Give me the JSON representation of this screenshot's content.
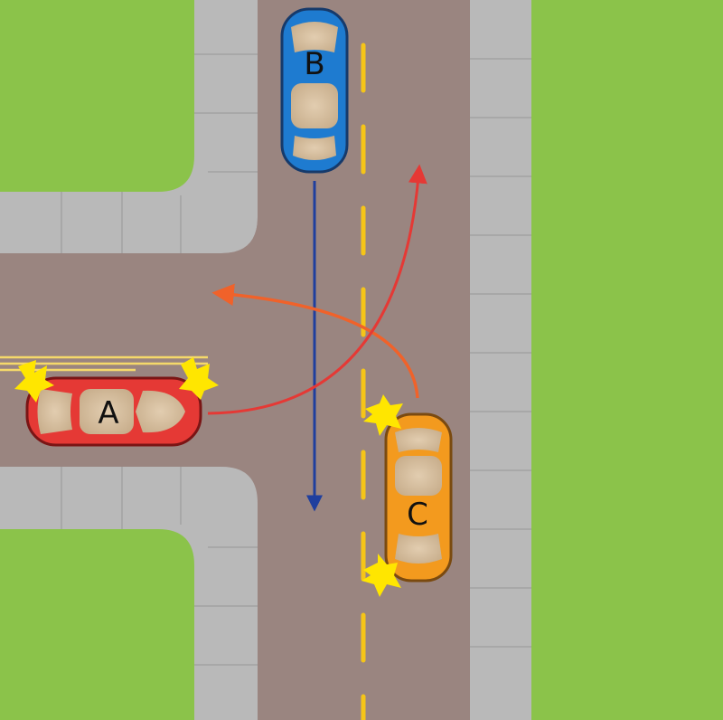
{
  "colors": {
    "grass": "#8bc34a",
    "sidewalk": "#b9b9b9",
    "road": "#9a8580",
    "lane_line": "#f5c518",
    "car_a": "#e53935",
    "car_b": "#1e7bd0",
    "car_c": "#f39a1e",
    "arrow_b": "#1f3f9e",
    "arrow_a": "#e53935",
    "arrow_c": "#f0622a",
    "signal": "#ffe600"
  },
  "cars": {
    "a": {
      "label": "A"
    },
    "b": {
      "label": "B"
    },
    "c": {
      "label": "C"
    }
  }
}
